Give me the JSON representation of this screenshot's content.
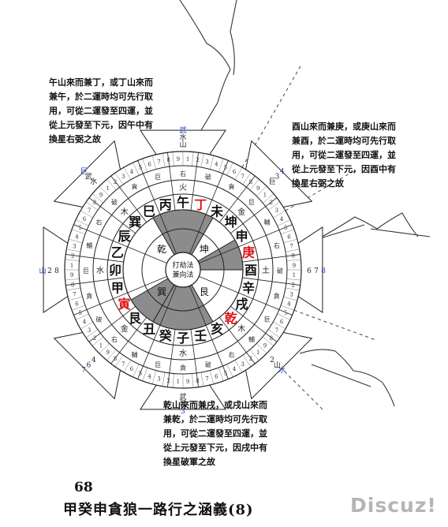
{
  "page": {
    "page_number": "68",
    "caption": "甲癸申貪狼一路行之涵義(8)",
    "watermark": "Discuz!"
  },
  "notes": {
    "northwest": [
      "午山來而兼丁，或丁山來而",
      "兼午，於二運時均可先行取",
      "用，可從二運發至四運，並",
      "從上元發至下元，因午中有",
      "換星右弼之故"
    ],
    "northeast": [
      "酉山來而兼庚，或庚山來而",
      "兼酉，於二運時均可先行取",
      "用，可從二運發至四運，並",
      "從上元發至下元，因酉中有",
      "換星右弼之故"
    ],
    "south": [
      "乾山來而兼戌，或戌山來而",
      "兼乾，於二運時均可先行取",
      "用，可從二運發至四運，並",
      "從上元發至下元，因戌中有",
      "換星破軍之故"
    ]
  },
  "compass": {
    "center": [
      "打劫法",
      "兼向法"
    ],
    "inner_ring": [
      "坤",
      "艮",
      "巽",
      "乾"
    ],
    "mountains": [
      "午",
      "丁",
      "未",
      "坤",
      "申",
      "庚",
      "酉",
      "辛",
      "戌",
      "乾",
      "亥",
      "壬",
      "子",
      "癸",
      "丑",
      "艮",
      "寅",
      "甲",
      "卯",
      "乙",
      "辰",
      "巽",
      "巳",
      "丙"
    ],
    "elements": [
      "火",
      "金",
      "土",
      "木",
      "水",
      "金",
      "水",
      "木"
    ],
    "stars": [
      "右弼",
      "破軍",
      "貪狼",
      "巨門",
      "輔弼"
    ],
    "tab_labels": [
      "山",
      "水",
      "武",
      "巨",
      "3",
      "4",
      "6",
      "7",
      "8",
      "2"
    ]
  }
}
